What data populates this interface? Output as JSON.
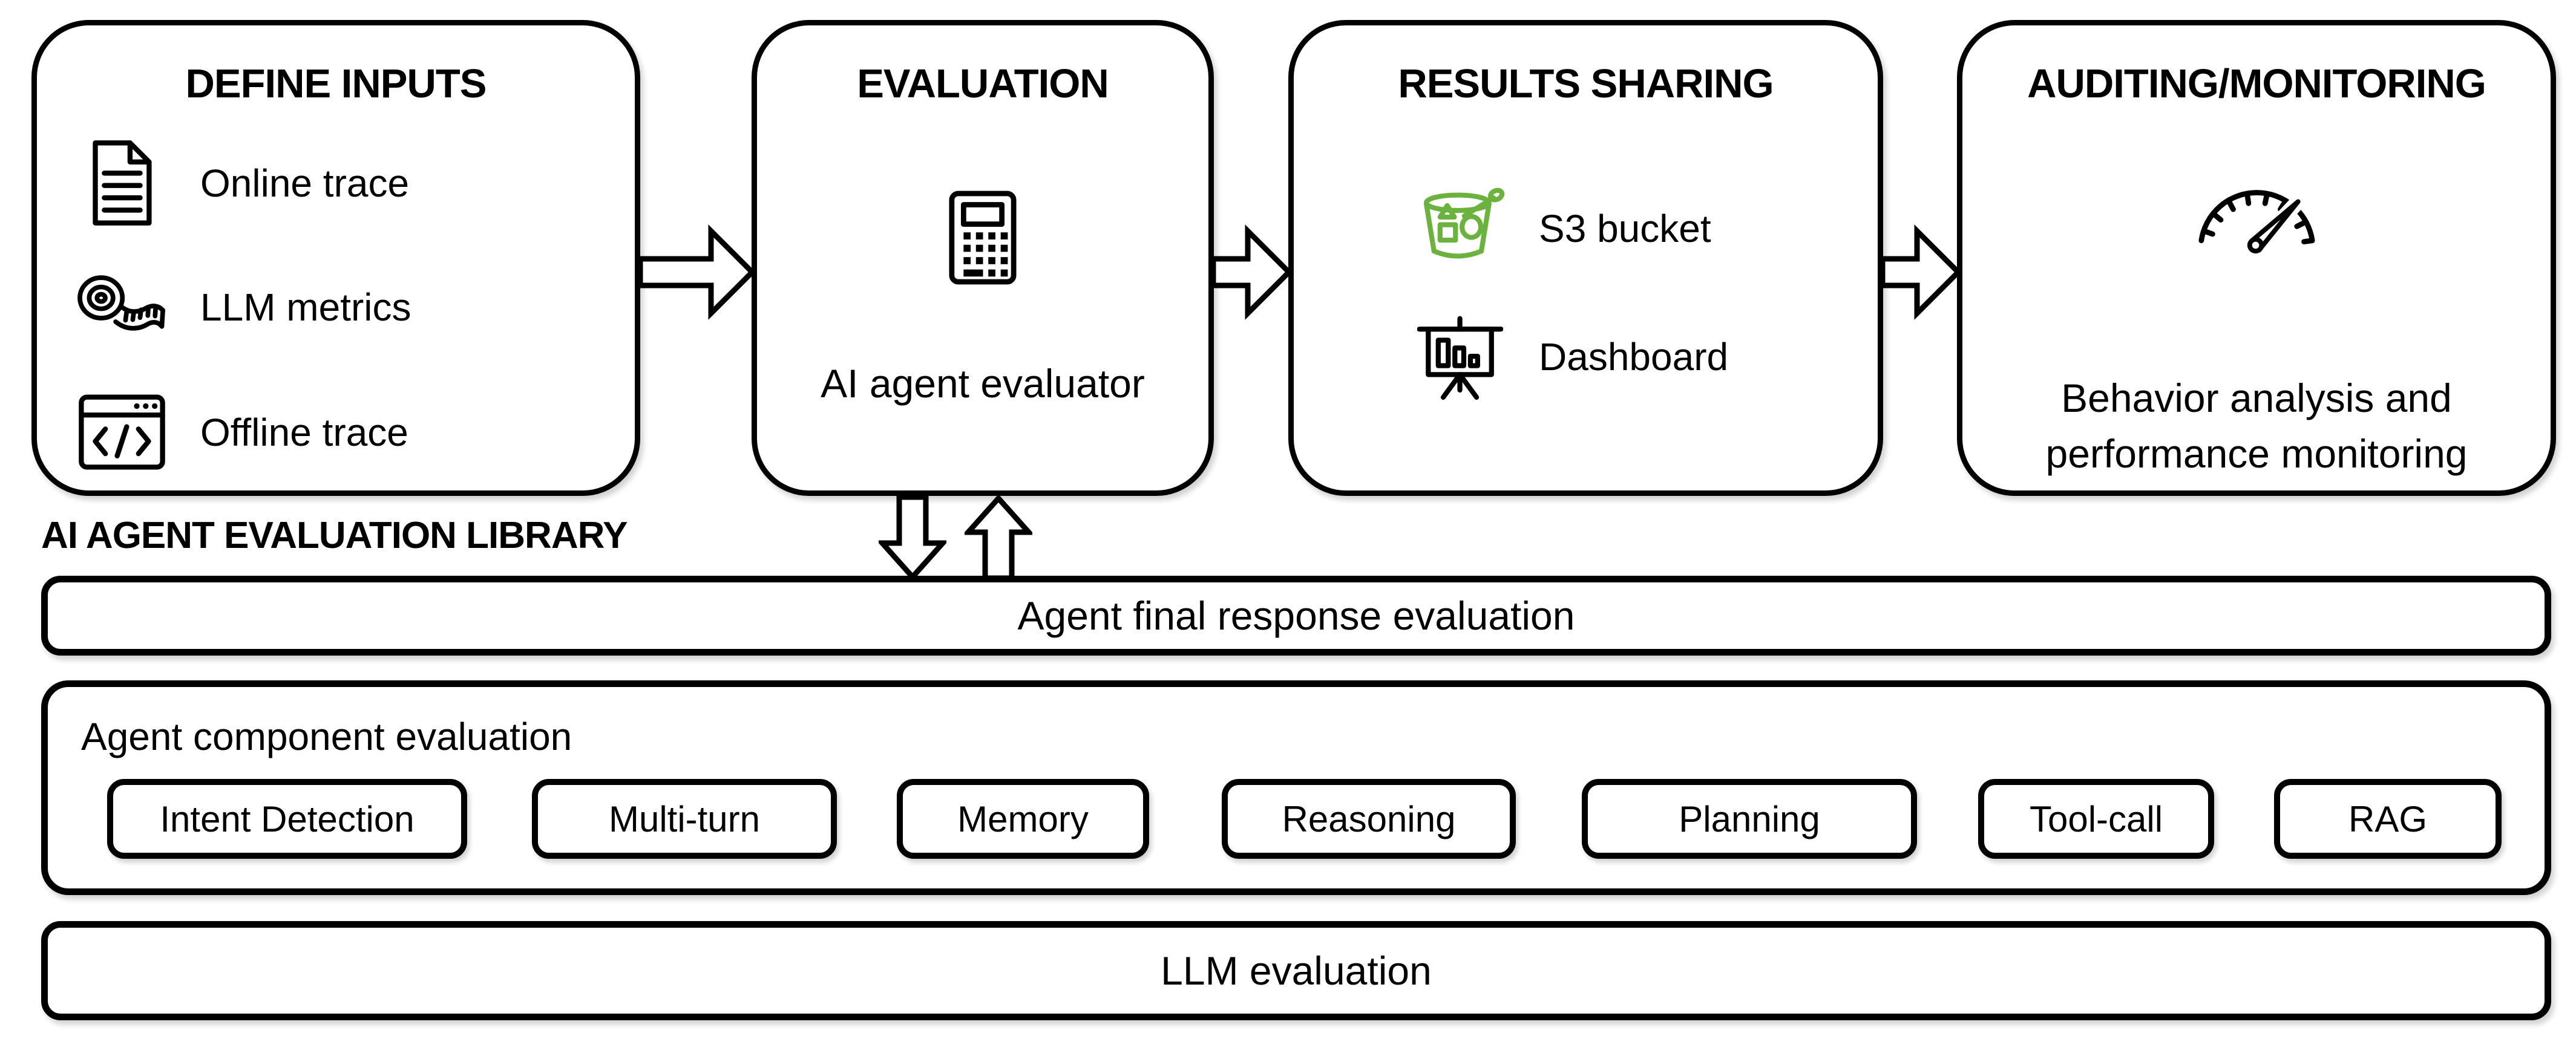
{
  "colors": {
    "stroke_black": "#000000",
    "s3_bucket_green": "#6CB23F",
    "background": "#FFFFFF"
  },
  "flow_boxes": [
    {
      "title": "DEFINE INPUTS",
      "items": [
        {
          "icon": "document-icon",
          "label": "Online trace"
        },
        {
          "icon": "tape-measure-icon",
          "label": "LLM metrics"
        },
        {
          "icon": "code-window-icon",
          "label": "Offline trace"
        }
      ]
    },
    {
      "title": "EVALUATION",
      "icon": "calculator-icon",
      "caption": "AI agent evaluator"
    },
    {
      "title": "RESULTS SHARING",
      "items": [
        {
          "icon": "s3-bucket-icon",
          "label": "S3 bucket"
        },
        {
          "icon": "presentation-dashboard-icon",
          "label": "Dashboard"
        }
      ]
    },
    {
      "title": "AUDITING/MONITORING",
      "icon": "gauge-icon",
      "caption": "Behavior analysis and performance monitoring"
    }
  ],
  "library": {
    "label": "AI AGENT EVALUATION LIBRARY",
    "final_response_bar": "Agent final response evaluation",
    "component_section": {
      "label": "Agent component evaluation",
      "components": [
        "Intent Detection",
        "Multi-turn",
        "Memory",
        "Reasoning",
        "Planning",
        "Tool-call",
        "RAG"
      ]
    },
    "llm_bar": "LLM evaluation"
  }
}
